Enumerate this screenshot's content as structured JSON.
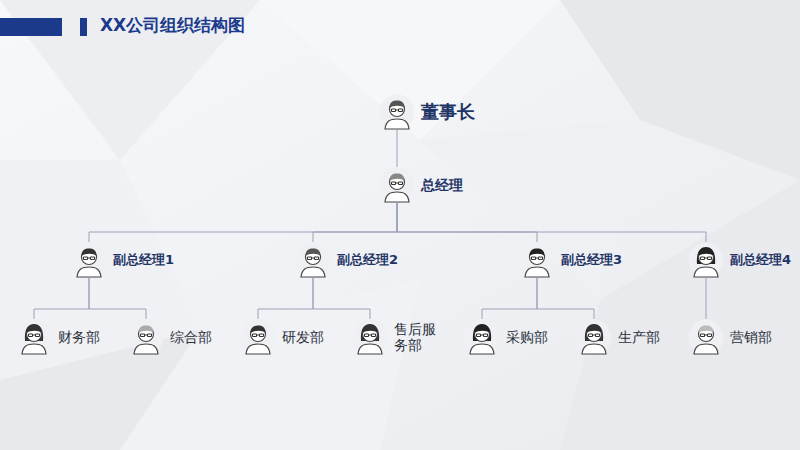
{
  "diagram": {
    "title": "XX公司组织结构图",
    "nodes": [
      {
        "text": [
          "董事长"
        ]
      },
      {
        "text": [
          "总经理"
        ]
      },
      {
        "text": [
          "副总经理1"
        ]
      },
      {
        "text": [
          "副总经理2"
        ]
      },
      {
        "text": [
          "副总经理3"
        ]
      },
      {
        "text": [
          "副总经理4"
        ]
      },
      {
        "text": [
          "财务部"
        ]
      },
      {
        "text": [
          "综合部"
        ]
      },
      {
        "text": [
          "研发部"
        ]
      },
      {
        "text": [
          "售后服务部"
        ]
      },
      {
        "text": [
          "采购部"
        ]
      },
      {
        "text": [
          "生产部"
        ]
      },
      {
        "text": [
          "营销部"
        ]
      }
    ],
    "edges": [
      {
        "from": 0,
        "to": 1,
        "arrow": "none"
      },
      {
        "from": 1,
        "to": 2,
        "arrow": "none"
      },
      {
        "from": 1,
        "to": 3,
        "arrow": "none"
      },
      {
        "from": 1,
        "to": 4,
        "arrow": "none"
      },
      {
        "from": 1,
        "to": 5,
        "arrow": "none"
      },
      {
        "from": 2,
        "to": 6,
        "arrow": "none"
      },
      {
        "from": 2,
        "to": 7,
        "arrow": "none"
      },
      {
        "from": 3,
        "to": 8,
        "arrow": "none"
      },
      {
        "from": 3,
        "to": 9,
        "arrow": "none"
      },
      {
        "from": 4,
        "to": 10,
        "arrow": "none"
      },
      {
        "from": 4,
        "to": 11,
        "arrow": "none"
      },
      {
        "from": 5,
        "to": 12,
        "arrow": "none"
      }
    ]
  }
}
